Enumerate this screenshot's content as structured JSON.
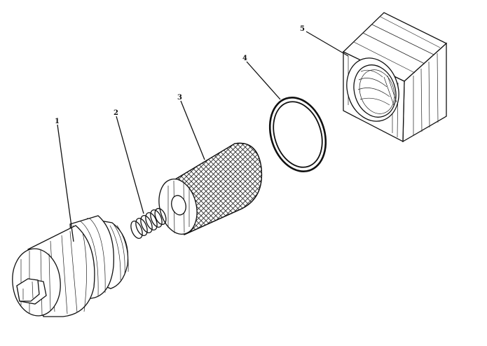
{
  "diagram": {
    "parts": [
      {
        "id": "part-1",
        "label": "1"
      },
      {
        "id": "part-2",
        "label": "2"
      },
      {
        "id": "part-3",
        "label": "3"
      },
      {
        "id": "part-4",
        "label": "4"
      },
      {
        "id": "part-5",
        "label": "5"
      }
    ]
  }
}
